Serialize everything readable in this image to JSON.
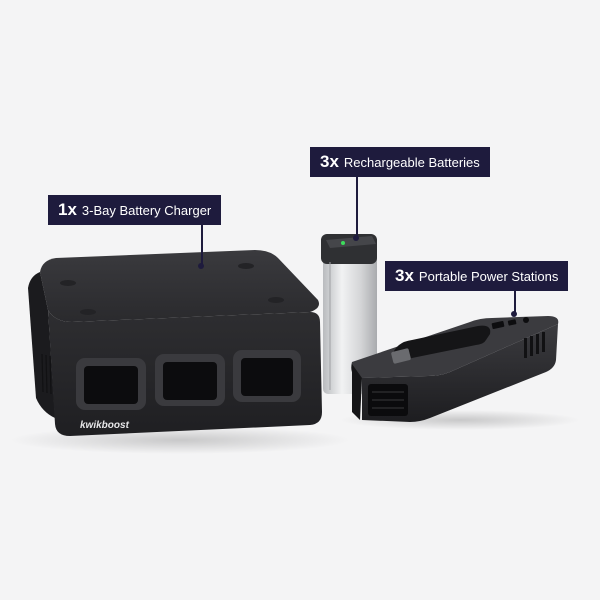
{
  "brand": {
    "logo_text": "kwikboost"
  },
  "callouts": {
    "charger": {
      "qty": "1x",
      "label": "3-Bay Battery Charger"
    },
    "batteries": {
      "qty": "3x",
      "label": "Rechargeable Batteries"
    },
    "stations": {
      "qty": "3x",
      "label": "Portable Power Stations"
    }
  },
  "colors": {
    "background": "#f4f4f5",
    "callout_bg": "#1e1b3d",
    "callout_text": "#ffffff",
    "device_body": "#2b2b2e",
    "battery_silver": "#d9dadc",
    "status_led": "#3ddc5c"
  }
}
